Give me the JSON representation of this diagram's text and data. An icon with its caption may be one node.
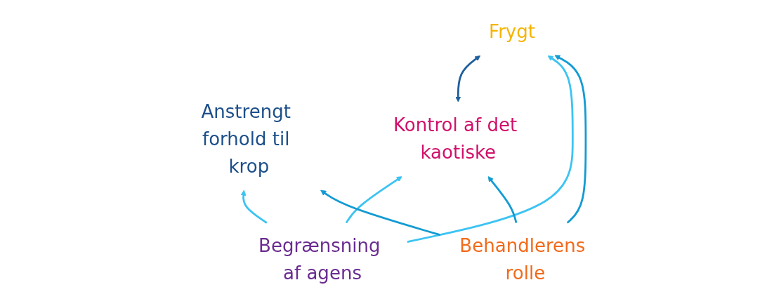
{
  "diagram": {
    "nodes": [
      {
        "text": [
          "Anstrengt forhold til krop"
        ]
      },
      {
        "text": [
          "Kontrol af det kaotiske"
        ]
      },
      {
        "text": [
          "Frygt"
        ]
      },
      {
        "text": [
          "Begrænsning af agens"
        ]
      },
      {
        "text": [
          "Behandlerens rolle"
        ]
      }
    ],
    "edges": [
      {
        "from": 1,
        "to": 2,
        "arrow": "both",
        "color": "#1f5f9e"
      },
      {
        "from": 3,
        "to": 0,
        "arrow": "to",
        "color": "#3cc3f2"
      },
      {
        "from": 3,
        "to": 1,
        "arrow": "to",
        "color": "#3cc3f2"
      },
      {
        "from": 3,
        "to": 2,
        "arrow": "to",
        "color": "#3cc3f2"
      },
      {
        "from": 4,
        "to": 0,
        "arrow": "to",
        "color": "#139bd3"
      },
      {
        "from": 4,
        "to": 1,
        "arrow": "to",
        "color": "#139bd3"
      },
      {
        "from": 4,
        "to": 2,
        "arrow": "to",
        "color": "#139bd3"
      }
    ]
  }
}
